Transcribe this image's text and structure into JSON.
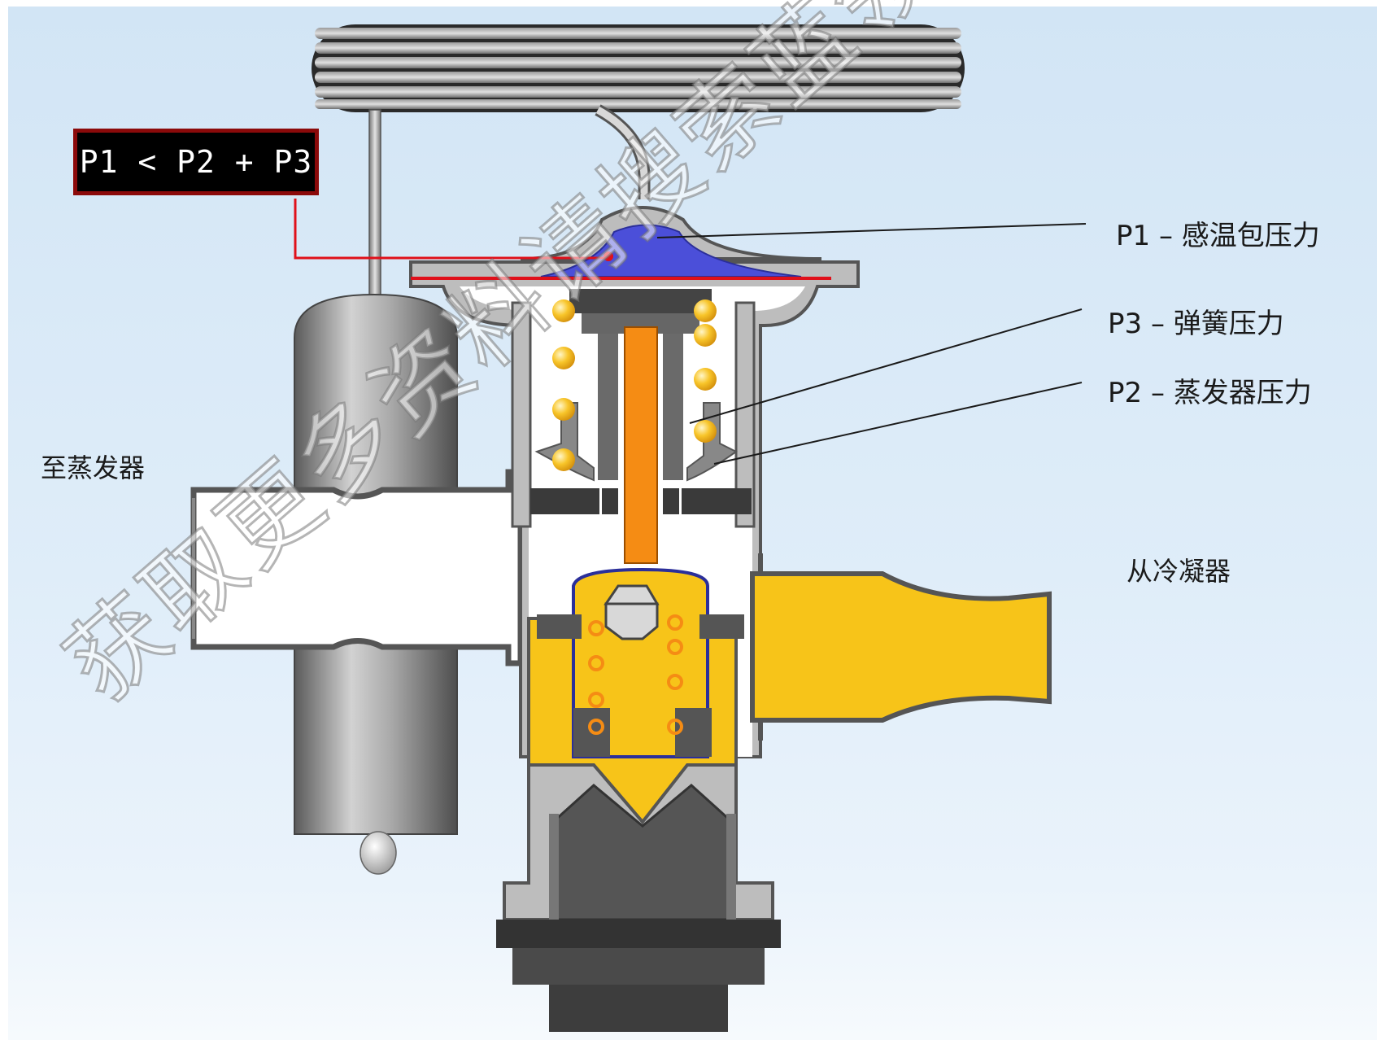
{
  "formula": "P1 < P2 + P3",
  "callouts": {
    "p1": "P1 – 感温包压力",
    "p3": "P3 – 弹簧压力",
    "p2": "P2 – 蒸发器压力"
  },
  "ports": {
    "to_evaporator": "至蒸发器",
    "from_condenser": "从冷凝器"
  },
  "watermark": "获取更多资料请搜索蓝领星球",
  "colors": {
    "liquid_refrigerant": "#f7c419",
    "diaphragm_chamber": "#4b4fd9",
    "push_rod": "#f58c14",
    "springs": "#f4b71a",
    "valve_body": "#bdbdbd",
    "pressure_line": "#e0101a"
  },
  "icons": {
    "component_parts": [
      "bulb-capillary-coil",
      "sensing-bulb",
      "diaphragm",
      "spring",
      "push-rod",
      "valve-needle",
      "adjusting-screw"
    ]
  }
}
